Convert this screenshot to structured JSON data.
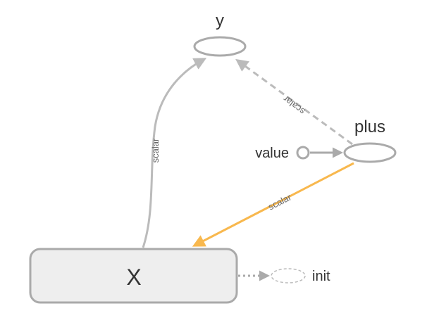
{
  "nodes": {
    "y": {
      "label": "y"
    },
    "plus": {
      "label": "plus"
    },
    "value": {
      "label": "value"
    },
    "x": {
      "label": "X"
    },
    "init": {
      "label": "init"
    }
  },
  "edges": {
    "x_to_y": {
      "label": "scalar"
    },
    "plus_to_y": {
      "label": "scalar"
    },
    "plus_to_x": {
      "label": "scalar"
    }
  },
  "colors": {
    "node_stroke": "#aaaaaa",
    "node_fill": "#ffffff",
    "x_fill": "#eeeeee",
    "edge_gray": "#bbbbbb",
    "edge_dashed": "#bbbbbb",
    "edge_orange": "#f8b84e",
    "init_stroke": "#bbbbbb"
  }
}
